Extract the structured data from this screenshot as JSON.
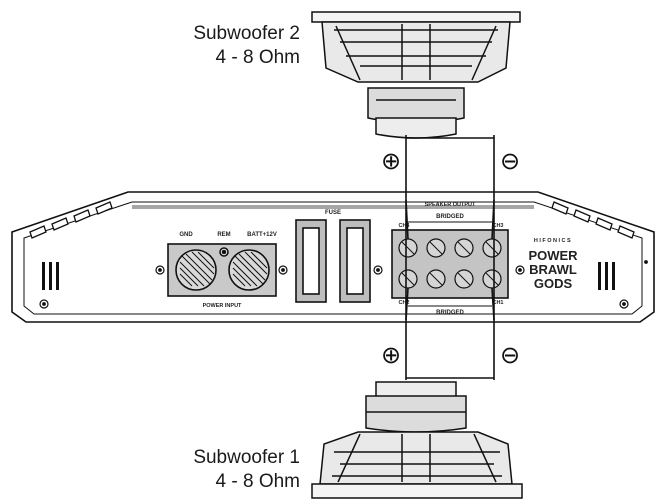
{
  "subwoofer_top": {
    "name": "Subwoofer 2",
    "impedance": "4 - 8 Ohm"
  },
  "subwoofer_bottom": {
    "name": "Subwoofer 1",
    "impedance": "4 - 8 Ohm"
  },
  "amplifier": {
    "power_input_label": "POWER INPUT",
    "gnd_label": "GND",
    "rem_label": "REM",
    "batt_label": "BATT+12V",
    "fuse_label": "FUSE",
    "speaker_output_label": "SPEAKER OUTPUT",
    "bridged_label": "BRIDGED",
    "ch4_label": "CH4",
    "ch3_label": "CH3",
    "ch2_label": "CH2",
    "ch1_label": "CH1",
    "plus_label": "+",
    "minus_label": "-",
    "brand_small": "HIFONICS",
    "brand_line1": "POWER",
    "brand_line2": "BRAWL",
    "brand_line3": "GODS"
  },
  "terminal_symbols": {
    "positive": "⊕",
    "negative": "⊖"
  }
}
